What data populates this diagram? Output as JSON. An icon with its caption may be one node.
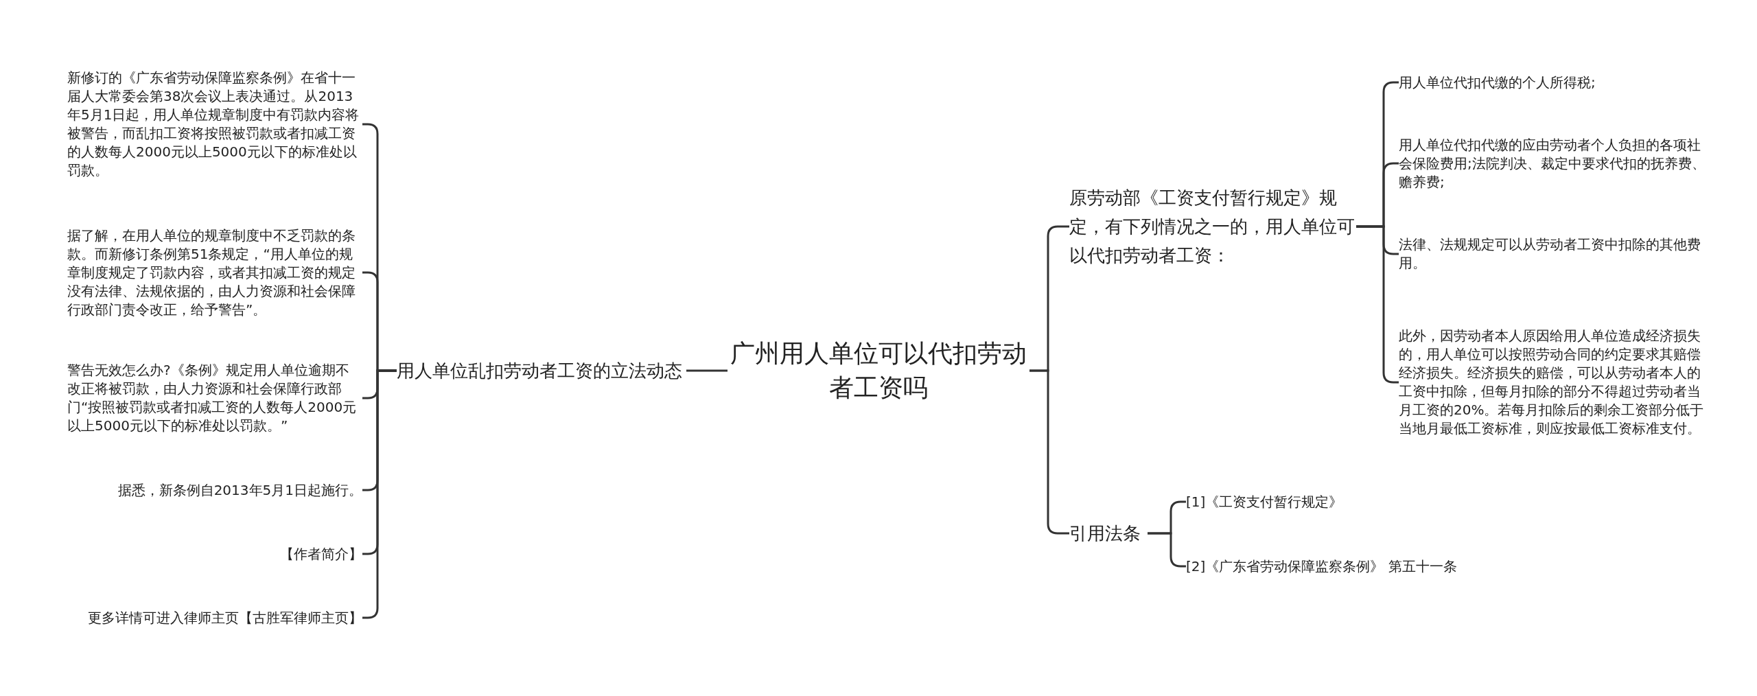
{
  "diagram": {
    "nodes": [
      {
        "text": [
          "广州用人单位可以代扣劳动者工资吗"
        ]
      },
      {
        "text": [
          "用人单位乱扣劳动者工资的立法动态"
        ]
      },
      {
        "text": [
          "新修订的《广东省劳动保障监察条例》在省十一届人大常委会第38次会议上表决通过。从2013年5月1日起，用人单位规章制度中有罚款内容将被警告，而乱扣工资将按照被罚款或者扣减工资的人数每人2000元以上5000元以下的标准处以罚款。"
        ]
      },
      {
        "text": [
          "据了解，在用人单位的规章制度中不乏罚款的条款。而新修订条例第51条规定，“用人单位的规章制度规定了罚款内容，或者其扣减工资的规定没有法律、法规依据的，由人力资源和社会保障行政部门责令改正，给予警告”。"
        ]
      },
      {
        "text": [
          "警告无效怎么办?《条例》规定用人单位逾期不改正将被罚款，由人力资源和社会保障行政部门“按照被罚款或者扣减工资的人数每人2000元以上5000元以下的标准处以罚款。”"
        ]
      },
      {
        "text": [
          "据悉，新条例自2013年5月1日起施行。"
        ]
      },
      {
        "text": [
          "【作者简介】"
        ]
      },
      {
        "text": [
          "更多详情可进入律师主页【古胜军律师主页】"
        ]
      },
      {
        "text": [
          "原劳动部《工资支付暂行规定》规定，有下列情况之一的，用人单位可以代扣劳动者工资："
        ]
      },
      {
        "text": [
          "用人单位代扣代缴的个人所得税;"
        ]
      },
      {
        "text": [
          "用人单位代扣代缴的应由劳动者个人负担的各项社会保险费用;法院判决、裁定中要求代扣的抚养费、赡养费;"
        ]
      },
      {
        "text": [
          "法律、法规规定可以从劳动者工资中扣除的其他费用。"
        ]
      },
      {
        "text": [
          "此外，因劳动者本人原因给用人单位造成经济损失的，用人单位可以按照劳动合同的约定要求其赔偿经济损失。经济损失的赔偿，可以从劳动者本人的工资中扣除，但每月扣除的部分不得超过劳动者当月工资的20%。若每月扣除后的剩余工资部分低于当地月最低工资标准，则应按最低工资标准支付。"
        ]
      },
      {
        "text": [
          "引用法条"
        ]
      },
      {
        "text": [
          "[1]《工资支付暂行规定》"
        ]
      },
      {
        "text": [
          "[2]《广东省劳动保障监察条例》 第五十一条"
        ]
      }
    ],
    "edges": [
      {
        "from": 0,
        "to": 1,
        "arrow": "none"
      },
      {
        "from": 1,
        "to": 2,
        "arrow": "none"
      },
      {
        "from": 1,
        "to": 3,
        "arrow": "none"
      },
      {
        "from": 1,
        "to": 4,
        "arrow": "none"
      },
      {
        "from": 1,
        "to": 5,
        "arrow": "none"
      },
      {
        "from": 1,
        "to": 6,
        "arrow": "none"
      },
      {
        "from": 1,
        "to": 7,
        "arrow": "none"
      },
      {
        "from": 0,
        "to": 8,
        "arrow": "none"
      },
      {
        "from": 8,
        "to": 9,
        "arrow": "none"
      },
      {
        "from": 8,
        "to": 10,
        "arrow": "none"
      },
      {
        "from": 8,
        "to": 11,
        "arrow": "none"
      },
      {
        "from": 8,
        "to": 12,
        "arrow": "none"
      },
      {
        "from": 0,
        "to": 13,
        "arrow": "none"
      },
      {
        "from": 13,
        "to": 14,
        "arrow": "none"
      },
      {
        "from": 13,
        "to": 15,
        "arrow": "none"
      }
    ]
  }
}
